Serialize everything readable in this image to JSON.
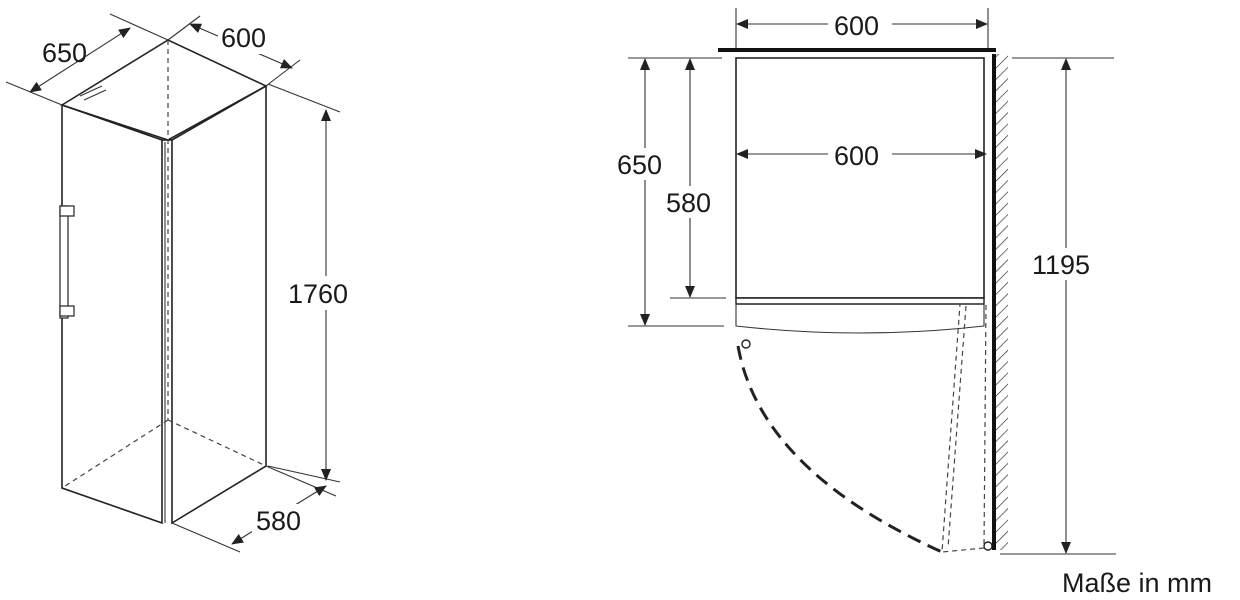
{
  "left_view": {
    "width": "600",
    "depth_total": "650",
    "height": "1760",
    "depth_body": "580"
  },
  "top_view": {
    "width_outer": "600",
    "width_inner": "600",
    "depth_total": "650",
    "depth_body": "580",
    "door_swing": "1195"
  },
  "units_note": "Maße in mm"
}
